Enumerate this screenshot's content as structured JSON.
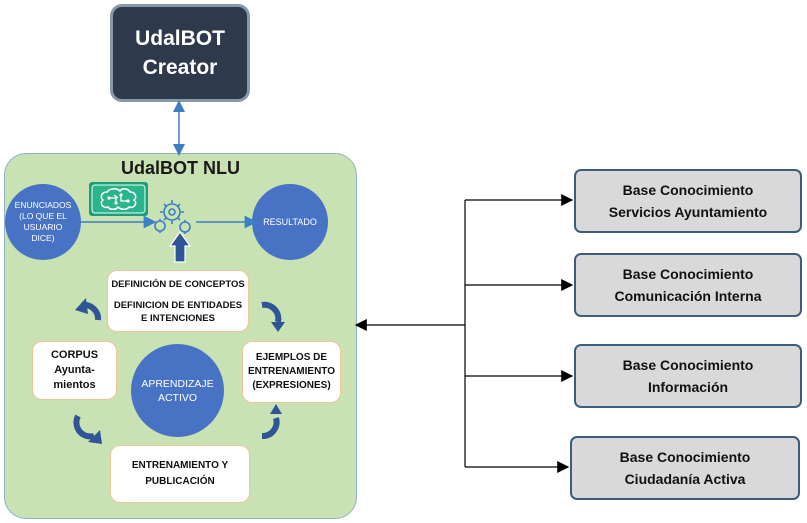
{
  "creator": {
    "line1": "UdalBOT",
    "line2": "Creator"
  },
  "nlu": {
    "title": "UdalBOT NLU",
    "enunciados": [
      "ENUNCIADOS",
      "(LO QUE EL",
      "USUARIO",
      "DICE)"
    ],
    "resultado": "RESULTADO",
    "definicion": {
      "line1": "DEFINICIÓN DE CONCEPTOS",
      "line2": "DEFINICION DE ENTIDADES",
      "line3": "E INTENCIONES"
    },
    "corpus": [
      "CORPUS",
      "Ayunta-",
      "mientos"
    ],
    "ejemplos": [
      "EJEMPLOS DE",
      "ENTRENAMIENTO",
      "(EXPRESIONES)"
    ],
    "aprendizaje": [
      "APRENDIZAJE",
      "ACTIVO"
    ],
    "entrenamiento": [
      "ENTRENAMIENTO Y",
      "PUBLICACIÓN"
    ]
  },
  "knowledge_bases": [
    {
      "line1": "Base Conocimiento",
      "line2": "Servicios Ayuntamiento"
    },
    {
      "line1": "Base Conocimiento",
      "line2": "Comunicación Interna"
    },
    {
      "line1": "Base Conocimiento",
      "line2": "Información"
    },
    {
      "line1": "Base Conocimiento",
      "line2": "Ciudadanía Activa"
    }
  ],
  "colors": {
    "creator_bg": "#2e3a4b",
    "nlu_bg": "#c8e2b3",
    "circle_blue": "#4873c4",
    "box_border_orange": "#f2c39b",
    "kb_bg": "#d9d9d9",
    "kb_border": "#3d5d7e",
    "logo_green": "#1f9d7a"
  },
  "icons": [
    "brain-circuit-icon",
    "gears-icon",
    "cycle-arrow-icon"
  ]
}
